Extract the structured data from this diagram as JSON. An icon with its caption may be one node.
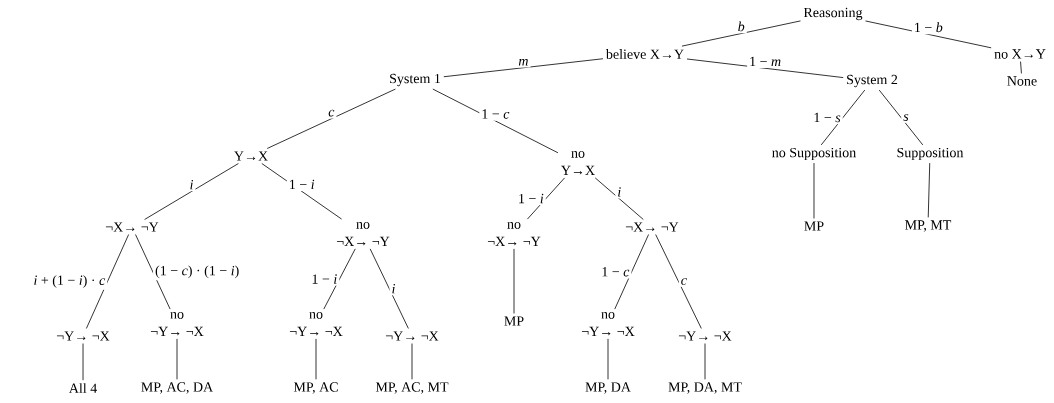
{
  "diagram": {
    "nodes": [
      {
        "text": [
          "Reasoning"
        ]
      },
      {
        "text": [
          "believe X→Y"
        ]
      },
      {
        "text": [
          "no X→Y"
        ]
      },
      {
        "text": [
          "None"
        ]
      },
      {
        "text": [
          "System 1"
        ]
      },
      {
        "text": [
          "System 2"
        ]
      },
      {
        "text": [
          "Y→X"
        ]
      },
      {
        "text": [
          "no",
          "Y→X"
        ]
      },
      {
        "text": [
          "no Supposition"
        ]
      },
      {
        "text": [
          "Supposition"
        ]
      },
      {
        "text": [
          "MP"
        ]
      },
      {
        "text": [
          "MP, MT"
        ]
      },
      {
        "text": [
          "¬X→ ¬Y"
        ]
      },
      {
        "text": [
          "no",
          "¬X→ ¬Y"
        ]
      },
      {
        "text": [
          "no",
          "¬X→ ¬Y"
        ]
      },
      {
        "text": [
          "¬X→ ¬Y"
        ]
      },
      {
        "text": [
          "MP"
        ]
      },
      {
        "text": [
          "¬Y→ ¬X"
        ]
      },
      {
        "text": [
          "no",
          "¬Y→ ¬X"
        ]
      },
      {
        "text": [
          "no",
          "¬Y→ ¬X"
        ]
      },
      {
        "text": [
          "¬Y→ ¬X"
        ]
      },
      {
        "text": [
          "no",
          "¬Y→ ¬X"
        ]
      },
      {
        "text": [
          "¬Y→ ¬X"
        ]
      },
      {
        "text": [
          "All 4"
        ]
      },
      {
        "text": [
          "MP, AC, DA"
        ]
      },
      {
        "text": [
          "MP, AC"
        ]
      },
      {
        "text": [
          "MP, AC, MT"
        ]
      },
      {
        "text": [
          "MP, DA"
        ]
      },
      {
        "text": [
          "MP, DA, MT"
        ]
      }
    ],
    "edges": [
      {
        "from": 0,
        "to": 1,
        "arrow": "none",
        "label": "*b*"
      },
      {
        "from": 0,
        "to": 2,
        "arrow": "none",
        "label": "1 − *b*"
      },
      {
        "from": 2,
        "to": 3,
        "arrow": "none"
      },
      {
        "from": 1,
        "to": 4,
        "arrow": "none",
        "label": "*m*"
      },
      {
        "from": 1,
        "to": 5,
        "arrow": "none",
        "label": "1 − *m*"
      },
      {
        "from": 4,
        "to": 6,
        "arrow": "none",
        "label": "*c*"
      },
      {
        "from": 4,
        "to": 7,
        "arrow": "none",
        "label": "1 − *c*"
      },
      {
        "from": 5,
        "to": 8,
        "arrow": "none",
        "label": "1 − *s*"
      },
      {
        "from": 5,
        "to": 9,
        "arrow": "none",
        "label": "*s*"
      },
      {
        "from": 8,
        "to": 10,
        "arrow": "none"
      },
      {
        "from": 9,
        "to": 11,
        "arrow": "none"
      },
      {
        "from": 6,
        "to": 12,
        "arrow": "none",
        "label": "*i*"
      },
      {
        "from": 6,
        "to": 13,
        "arrow": "none",
        "label": "1 − *i*"
      },
      {
        "from": 7,
        "to": 14,
        "arrow": "none",
        "label": "1 − *i*"
      },
      {
        "from": 7,
        "to": 15,
        "arrow": "none",
        "label": "*i*"
      },
      {
        "from": 14,
        "to": 16,
        "arrow": "none"
      },
      {
        "from": 12,
        "to": 17,
        "arrow": "none",
        "label": "*i* + (1 − *i*) · *c*"
      },
      {
        "from": 12,
        "to": 18,
        "arrow": "none",
        "label": "(1 − *c*) · (1 − *i*)"
      },
      {
        "from": 13,
        "to": 19,
        "arrow": "none",
        "label": "1 − *i*"
      },
      {
        "from": 13,
        "to": 20,
        "arrow": "none",
        "label": "*i*"
      },
      {
        "from": 15,
        "to": 21,
        "arrow": "none",
        "label": "1 − *c*"
      },
      {
        "from": 15,
        "to": 22,
        "arrow": "none",
        "label": "*c*"
      },
      {
        "from": 17,
        "to": 23,
        "arrow": "none"
      },
      {
        "from": 18,
        "to": 24,
        "arrow": "none"
      },
      {
        "from": 19,
        "to": 25,
        "arrow": "none"
      },
      {
        "from": 20,
        "to": 26,
        "arrow": "none"
      },
      {
        "from": 21,
        "to": 27,
        "arrow": "none"
      },
      {
        "from": 22,
        "to": 28,
        "arrow": "none"
      }
    ]
  }
}
